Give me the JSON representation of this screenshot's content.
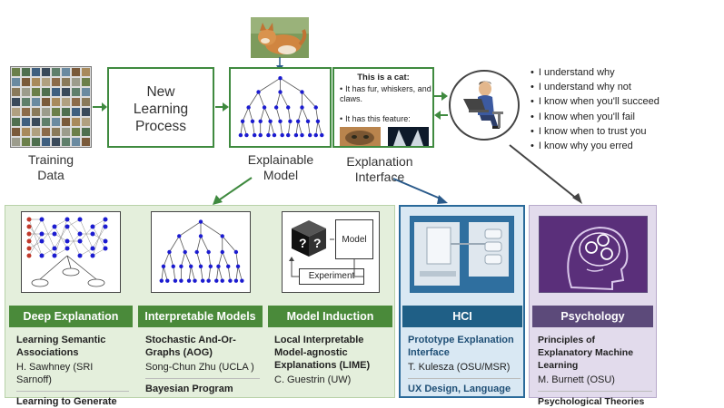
{
  "captions": {
    "training_data": "Training\nData",
    "explainable_model": "Explainable\nModel",
    "explanation_interface": "Explanation\nInterface"
  },
  "process": {
    "label": "New\nLearning\nProcess"
  },
  "explanation": {
    "heading": "This is a cat:",
    "bullet1": "It has fur, whiskers, and claws.",
    "bullet2": "It has this feature:"
  },
  "user_statements": [
    "I understand why",
    "I understand why not",
    "I know when you'll succeed",
    "I know when you'll fail",
    "I know when to trust you",
    "I know why you erred"
  ],
  "model_induction_fig": {
    "model": "Model",
    "experiment": "Experiment",
    "q": "?"
  },
  "columns": [
    {
      "header": "Deep Explanation",
      "items": [
        {
          "title": "Learning Semantic Associations",
          "author": "H. Sawhney (SRI Sarnoff)"
        },
        {
          "title": "Learning to Generate"
        }
      ]
    },
    {
      "header": "Interpretable Models",
      "items": [
        {
          "title": "Stochastic And-Or-Graphs (AOG)",
          "author": "Song-Chun Zhu (UCLA )"
        },
        {
          "title": "Bayesian Program"
        }
      ]
    },
    {
      "header": "Model Induction",
      "items": [
        {
          "title": "Local Interpretable Model-agnostic Explanations (LIME)",
          "author": "C. Guestrin (UW)"
        }
      ]
    },
    {
      "header": "HCI",
      "items": [
        {
          "title": "Prototype Explanation Interface",
          "author": "T. Kulesza (OSU/MSR)"
        },
        {
          "title": "UX Design, Language"
        }
      ]
    },
    {
      "header": "Psychology",
      "items": [
        {
          "title": "Principles of Explanatory Machine Learning",
          "author": "M. Burnett (OSU)"
        },
        {
          "title": "Psychological Theories"
        }
      ]
    }
  ],
  "colors": {
    "green": "#3f8a3f",
    "green_header": "#4a8a3a",
    "green_bg": "#e4efdc",
    "blue_header": "#1f5f86",
    "blue_bg": "#d9e8f3",
    "blue_accent": "#2a6a9a",
    "purple_header": "#5c4a7a",
    "purple_bg": "#e2dbec",
    "node": "#1b1bd0"
  }
}
